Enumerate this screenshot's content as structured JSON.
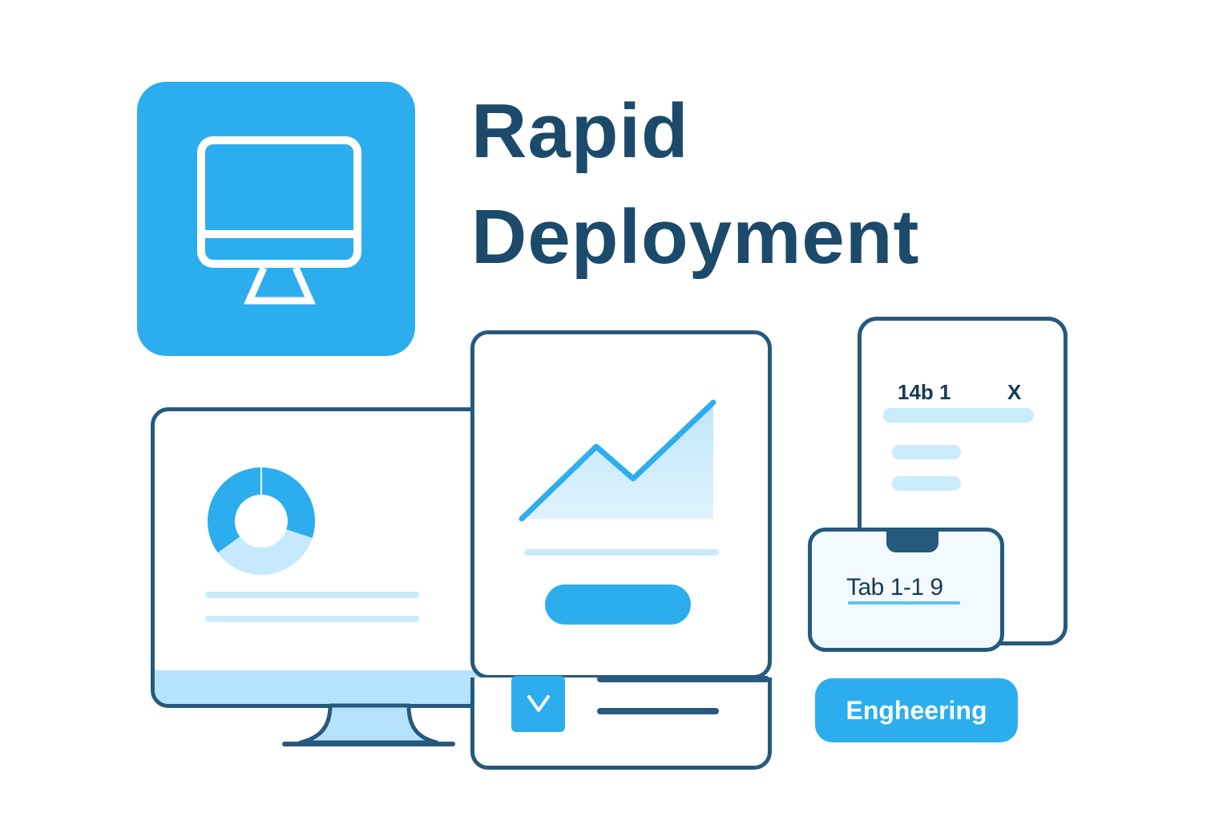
{
  "header": {
    "title_line1": "Rapid",
    "title_line2": "Deployment"
  },
  "app_tile": {
    "icon": "monitor-icon",
    "color": "#2caeee"
  },
  "desktop": {
    "widget": "donut-chart",
    "donut": {
      "primary_share": 0.65,
      "secondary_share": 0.35,
      "primary_color": "#2caeee",
      "secondary_color": "#c6eafc"
    }
  },
  "tablet": {
    "widget": "area-line-chart",
    "checkbox_glyph": "V"
  },
  "phone": {
    "header_text": "14b 1",
    "close_glyph": "X"
  },
  "small_device": {
    "tab_label": "Tab 1-1 9"
  },
  "badge": {
    "label": "Engheering"
  },
  "colors": {
    "accent": "#2caeee",
    "outline": "#26597e",
    "title": "#1b4a6b",
    "light_fill": "#c9ebfc"
  }
}
